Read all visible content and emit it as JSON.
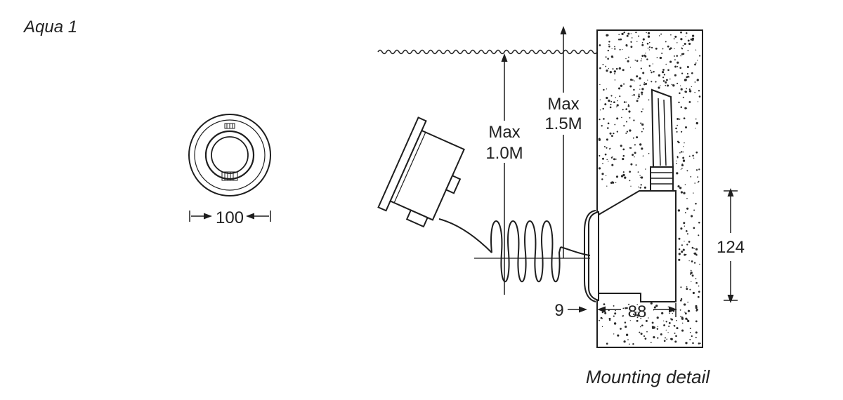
{
  "title": "Aqua 1",
  "caption": "Mounting detail",
  "front_view": {
    "diameter_label": "100"
  },
  "side_view": {
    "depth_a_line1": "Max",
    "depth_a_line2": "1.0M",
    "depth_b_line1": "Max",
    "depth_b_line2": "1.5M",
    "height_label": "124",
    "bezel_label": "9",
    "body_depth_label": "88"
  },
  "colors": {
    "line": "#1e1e1e",
    "speckle": "#2a2a2a",
    "background": "#ffffff"
  }
}
